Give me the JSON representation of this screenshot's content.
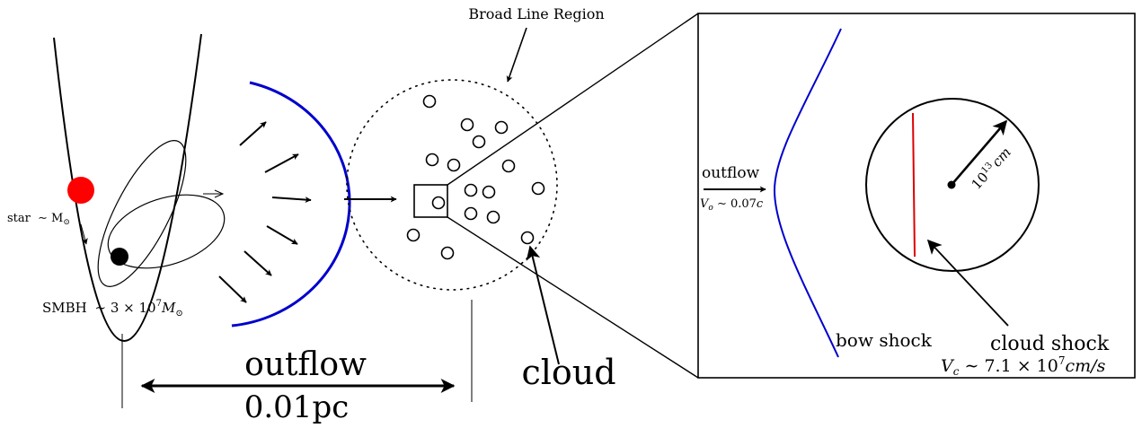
{
  "labels": {
    "broad_line_region": "Broad Line Region",
    "star": "star",
    "star_mass": "∼ M",
    "star_mass_sub": "⊙",
    "smbh": "SMBH",
    "smbh_mass_prefix": "∼ 3 × 10",
    "smbh_mass_exp": "7",
    "smbh_mass_unit": "M",
    "smbh_mass_sub": "⊙",
    "outflow_main": "outflow",
    "distance": "0.01pc",
    "cloud": "cloud",
    "inset_outflow": "outflow",
    "inset_vo_v": "V",
    "inset_vo_sub": "o",
    "inset_vo_rest": " ∼ 0.07",
    "inset_vo_c": "c",
    "radius_base": "10",
    "radius_exp": "13",
    "radius_unit": "cm",
    "bow_shock": "bow shock",
    "cloud_shock": "cloud shock",
    "vc_v": "V",
    "vc_sub": "c",
    "vc_rest": " ∼ 7.1 × 10",
    "vc_exp": "7",
    "vc_unit": "cm/s"
  },
  "colors": {
    "star": "#ff0000",
    "outflow_front": "#0000cc",
    "bow_shock_curve": "#0000cc",
    "cloud_shock_line": "#dd0000",
    "ink": "#000000"
  }
}
